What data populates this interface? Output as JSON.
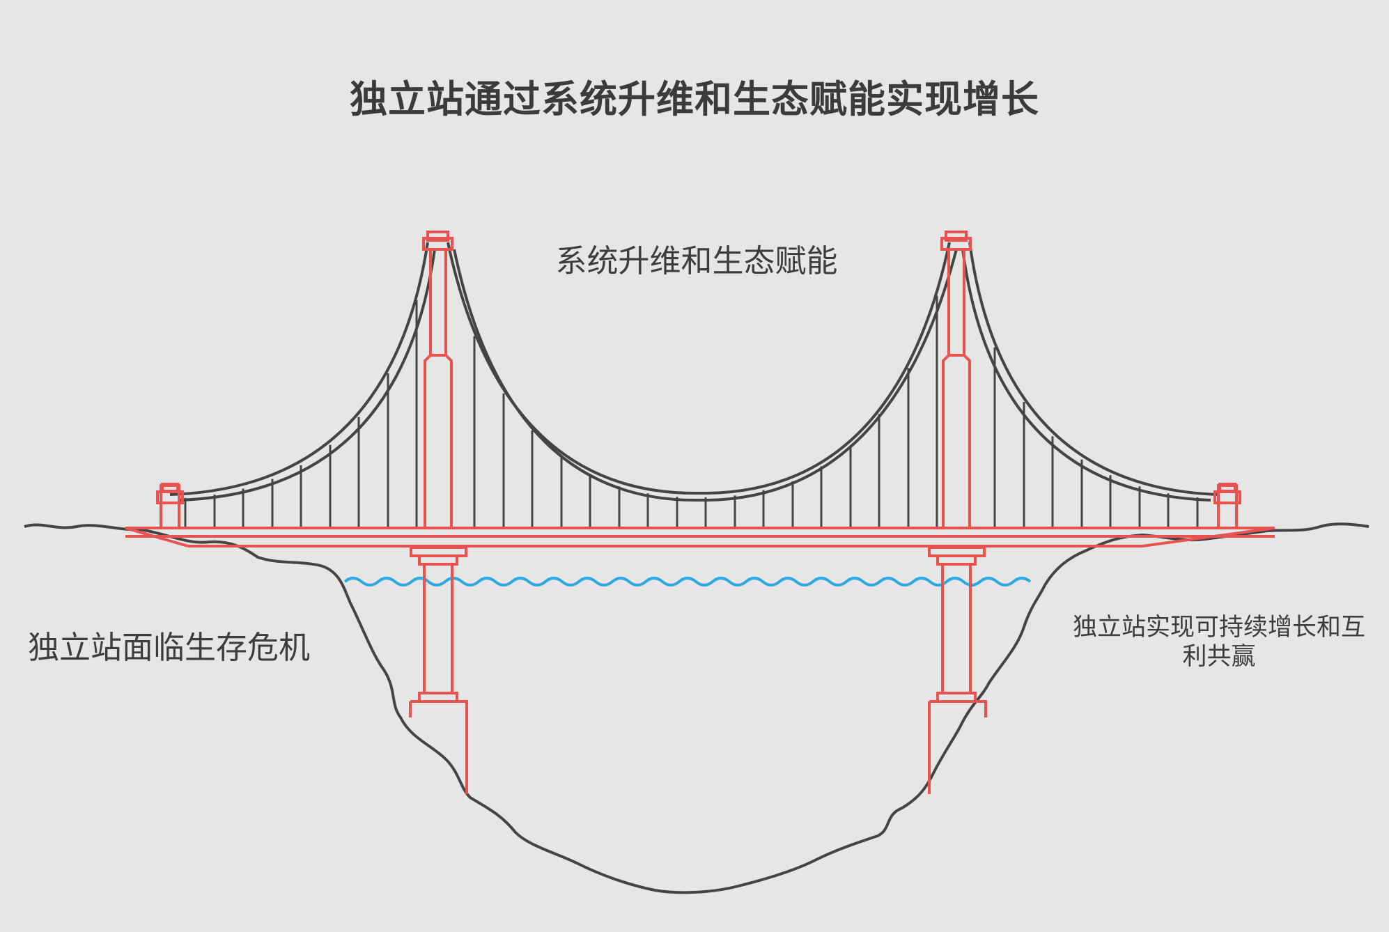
{
  "title": "独立站通过系统升维和生态赋能实现增长",
  "labels": {
    "bridge": "系统升维和生态赋能",
    "left_bank": "独立站面临生存危机",
    "right_bank": "独立站实现可持续增长和互利共赢"
  },
  "colors": {
    "background": "#e6e6e6",
    "structure_red": "#e8524f",
    "cable_dark": "#444444",
    "water_blue": "#29a9e0",
    "text": "#3b3b3b"
  },
  "icons": [
    "suspension-bridge-icon",
    "water-wave-icon",
    "valley-terrain-icon"
  ]
}
